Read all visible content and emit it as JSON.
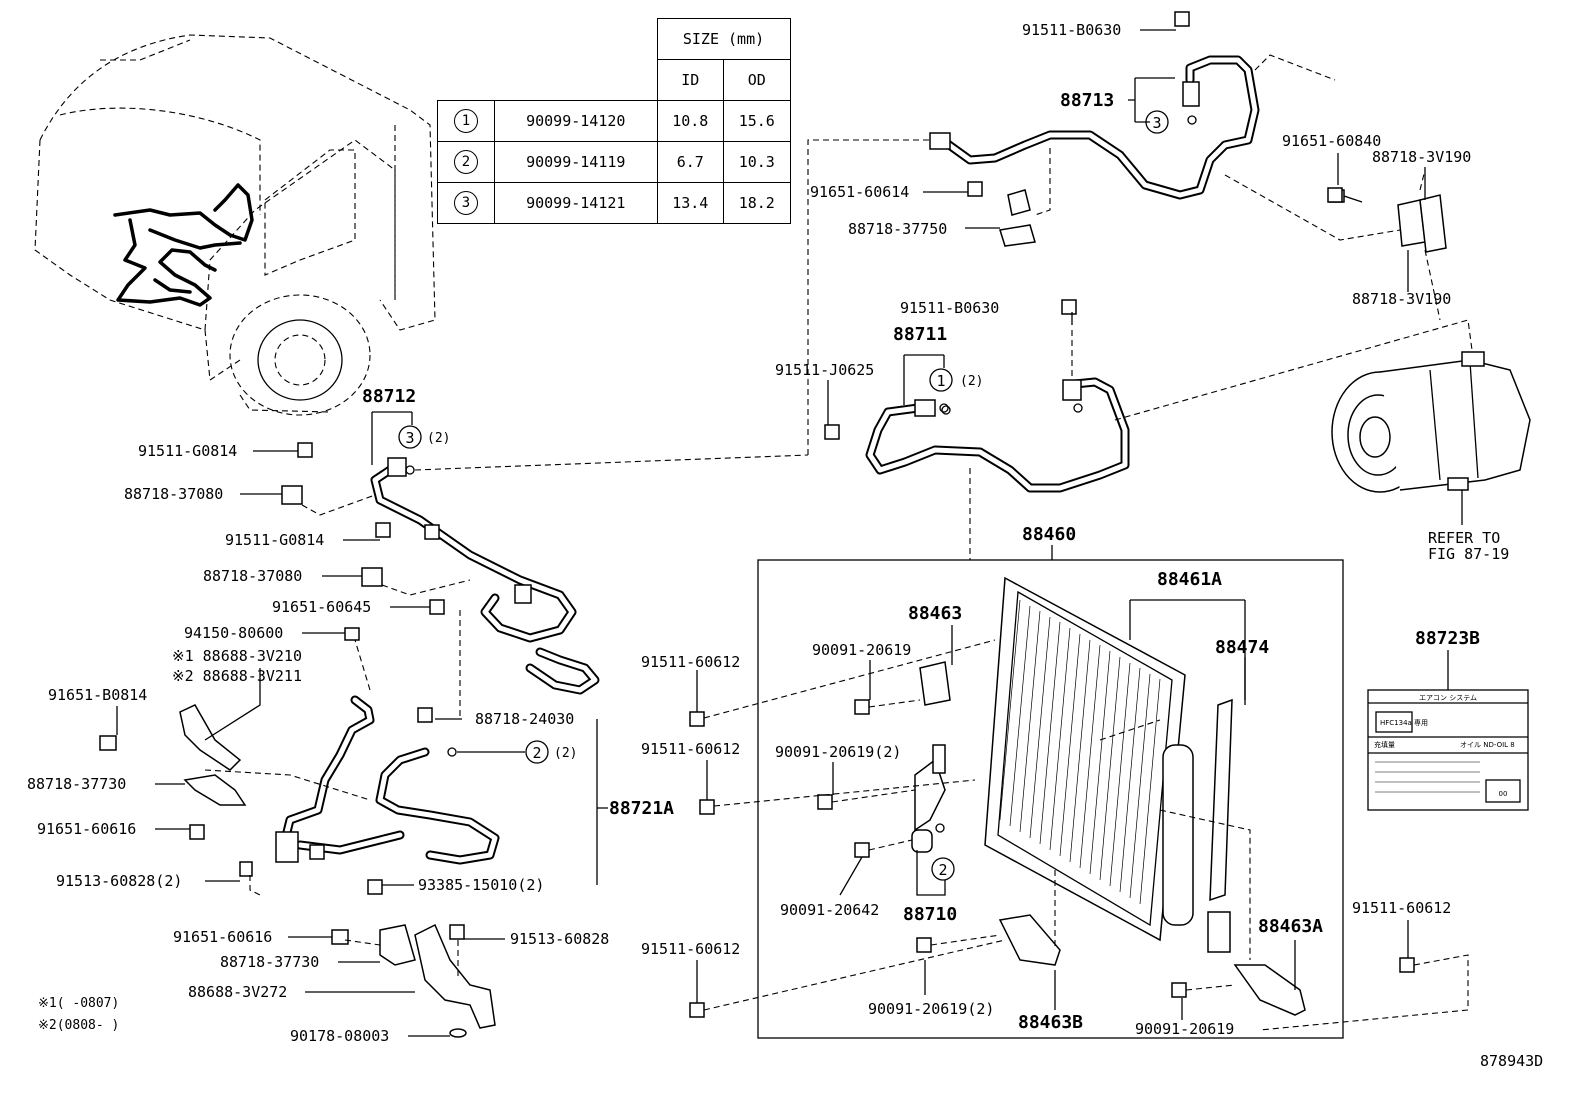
{
  "size_table": {
    "title": "SIZE (mm)",
    "col_id": "ID",
    "col_od": "OD",
    "rows": [
      {
        "mark": "1",
        "part": "90099-14120",
        "id": "10.8",
        "od": "15.6"
      },
      {
        "mark": "2",
        "part": "90099-14119",
        "id": "6.7",
        "od": "10.3"
      },
      {
        "mark": "3",
        "part": "90099-14121",
        "id": "13.4",
        "od": "18.2"
      }
    ]
  },
  "labels": {
    "p91511_B0630_top": "91511-B0630",
    "p88713": "88713",
    "m88713": "3",
    "p91651_60840": "91651-60840",
    "p88718_3V190_a": "88718-3V190",
    "p88718_3V190_b": "88718-3V190",
    "p91651_60614": "91651-60614",
    "p88718_37750": "88718-37750",
    "p91511_B0630_mid": "91511-B0630",
    "p88711": "88711",
    "m88711": "1",
    "q88711": "(2)",
    "p91511_J0625": "91511-J0625",
    "refer_1": "REFER TO",
    "refer_2": "FIG 87-19",
    "p88712": "88712",
    "m88712": "3",
    "q88712": "(2)",
    "p91511_G0814_a": "91511-G0814",
    "p88718_37080_a": "88718-37080",
    "p91511_G0814_b": "91511-G0814",
    "p88718_37080_b": "88718-37080",
    "p91651_60645": "91651-60645",
    "p94150_80600": "94150-80600",
    "n1_88688_3V210": "※1 88688-3V210",
    "n2_88688_3V211": "※2 88688-3V211",
    "p91651_B0814": "91651-B0814",
    "p88718_24030": "88718-24030",
    "m88721": "2",
    "q88721": "(2)",
    "p88721A": "88721A",
    "p88718_37730_a": "88718-37730",
    "p91651_60616_a": "91651-60616",
    "p91513_60828_2": "91513-60828(2)",
    "p93385_15010": "93385-15010(2)",
    "p91651_60616_b": "91651-60616",
    "p91513_60828": "91513-60828",
    "p88718_37730_b": "88718-37730",
    "p88688_3V272": "88688-3V272",
    "p90178_08003": "90178-08003",
    "note1": "※1(     -0807)",
    "note2": "※2(0808-     )",
    "p88460": "88460",
    "p88461A": "88461A",
    "p88463": "88463",
    "p88474": "88474",
    "p88723B": "88723B",
    "p91511_60612_a": "91511-60612",
    "p91511_60612_b": "91511-60612",
    "p91511_60612_c": "91511-60612",
    "p91511_60612_d": "91511-60612",
    "p90091_20619_a": "90091-20619",
    "p90091_20619_2a": "90091-20619(2)",
    "p90091_20642": "90091-20642",
    "p88710": "88710",
    "m88710": "2",
    "p90091_20619_2b": "90091-20619(2)",
    "p88463B": "88463B",
    "p88463A": "88463A",
    "p90091_20619_c": "90091-20619",
    "diagram_id": "878943D"
  },
  "caution_label": {
    "title": "エアコン システム",
    "refrigerant": "HFC134a 専用",
    "r1": "充填量",
    "r2": "オイル ND-OIL 8",
    "r3": "00"
  }
}
